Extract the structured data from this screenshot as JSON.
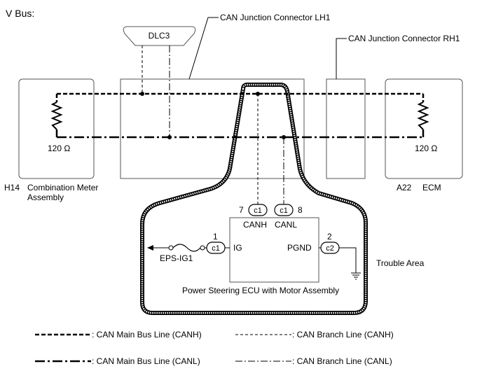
{
  "title": "V Bus:",
  "callouts": {
    "junction_lh1": "CAN Junction Connector LH1",
    "junction_rh1": "CAN Junction Connector RH1"
  },
  "dlc3": {
    "label": "DLC3"
  },
  "combination_meter": {
    "resistor": "120 Ω",
    "code": "H14",
    "name_line1": "Combination Meter",
    "name_line2": "Assembly"
  },
  "ecm": {
    "resistor": "120 Ω",
    "code": "A22",
    "name": "ECM"
  },
  "eps_ecu": {
    "name": "Power Steering ECU with Motor Assembly",
    "pins": {
      "canh": {
        "number": "7",
        "connector": "c1",
        "signal": "CANH"
      },
      "canl": {
        "number": "8",
        "connector": "c1",
        "signal": "CANL"
      },
      "ig": {
        "number": "1",
        "connector": "c1",
        "signal": "IG"
      },
      "pgnd": {
        "number": "2",
        "connector": "c2",
        "signal": "PGND"
      }
    },
    "fuse": "EPS-IG1"
  },
  "trouble_area": "Trouble Area",
  "legend": {
    "main_canh": ": CAN Main Bus Line (CANH)",
    "branch_canh": ": CAN Branch Line (CANH)",
    "main_canl": ": CAN Main Bus Line (CANL)",
    "branch_canl": ": CAN Branch Line (CANL)"
  }
}
